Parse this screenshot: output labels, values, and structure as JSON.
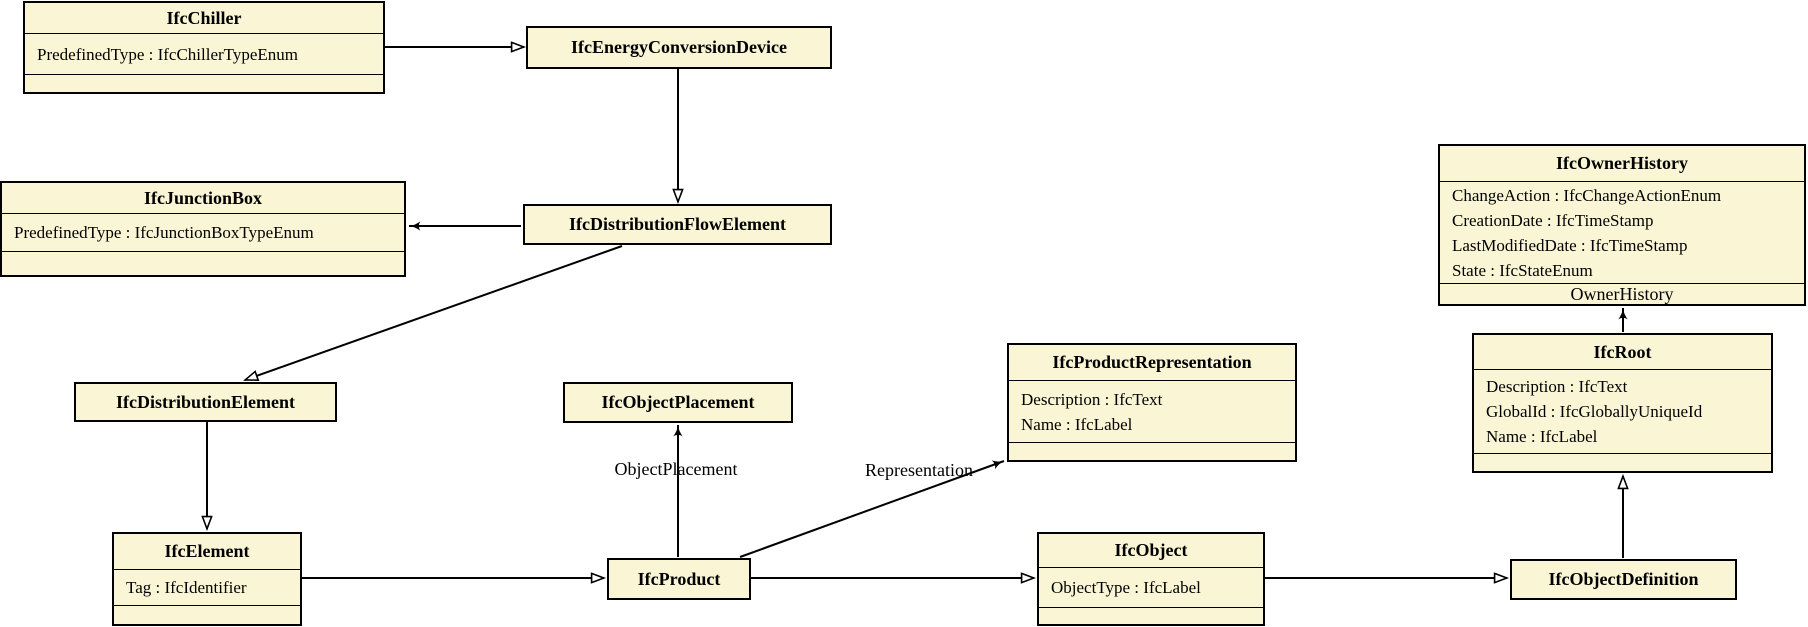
{
  "diagram": {
    "title": "IFC class diagram",
    "colors": {
      "box_fill": "#FAF6D5",
      "box_border": "#000000",
      "text": "#000000",
      "background": "#FFFFFF"
    },
    "classes": [
      {
        "name": "IfcChiller",
        "attributes": [
          "PredefinedType : IfcChillerTypeEnum"
        ]
      },
      {
        "name": "IfcEnergyConversionDevice",
        "attributes": []
      },
      {
        "name": "IfcJunctionBox",
        "attributes": [
          "PredefinedType : IfcJunctionBoxTypeEnum"
        ]
      },
      {
        "name": "IfcDistributionFlowElement",
        "attributes": []
      },
      {
        "name": "IfcOwnerHistory",
        "attributes": [
          "ChangeAction : IfcChangeActionEnum",
          "CreationDate : IfcTimeStamp",
          "LastModifiedDate : IfcTimeStamp",
          "State : IfcStateEnum"
        ]
      },
      {
        "name": "IfcDistributionElement",
        "attributes": []
      },
      {
        "name": "IfcObjectPlacement",
        "attributes": []
      },
      {
        "name": "IfcProductRepresentation",
        "attributes": [
          "Description : IfcText",
          "Name : IfcLabel"
        ]
      },
      {
        "name": "IfcRoot",
        "attributes": [
          "Description : IfcText",
          "GlobalId : IfcGloballyUniqueId",
          "Name : IfcLabel"
        ]
      },
      {
        "name": "IfcElement",
        "attributes": [
          "Tag : IfcIdentifier"
        ]
      },
      {
        "name": "IfcProduct",
        "attributes": []
      },
      {
        "name": "IfcObject",
        "attributes": [
          "ObjectType : IfcLabel"
        ]
      },
      {
        "name": "IfcObjectDefinition",
        "attributes": []
      }
    ],
    "edge_labels": {
      "object_placement": "ObjectPlacement",
      "representation": "Representation",
      "owner_history": "OwnerHistory"
    },
    "edges": [
      {
        "from": "IfcChiller",
        "to": "IfcEnergyConversionDevice",
        "type": "generalization"
      },
      {
        "from": "IfcEnergyConversionDevice",
        "to": "IfcDistributionFlowElement",
        "type": "generalization"
      },
      {
        "from": "IfcDistributionFlowElement",
        "to": "IfcJunctionBox",
        "type": "association"
      },
      {
        "from": "IfcDistributionFlowElement",
        "to": "IfcDistributionElement",
        "type": "generalization"
      },
      {
        "from": "IfcDistributionElement",
        "to": "IfcElement",
        "type": "generalization"
      },
      {
        "from": "IfcElement",
        "to": "IfcProduct",
        "type": "generalization"
      },
      {
        "from": "IfcProduct",
        "to": "IfcObjectPlacement",
        "type": "association",
        "label": "ObjectPlacement"
      },
      {
        "from": "IfcProduct",
        "to": "IfcProductRepresentation",
        "type": "association",
        "label": "Representation"
      },
      {
        "from": "IfcProduct",
        "to": "IfcObject",
        "type": "generalization"
      },
      {
        "from": "IfcObject",
        "to": "IfcObjectDefinition",
        "type": "generalization"
      },
      {
        "from": "IfcObjectDefinition",
        "to": "IfcRoot",
        "type": "generalization"
      },
      {
        "from": "IfcRoot",
        "to": "IfcOwnerHistory",
        "type": "association",
        "label": "OwnerHistory"
      }
    ]
  }
}
